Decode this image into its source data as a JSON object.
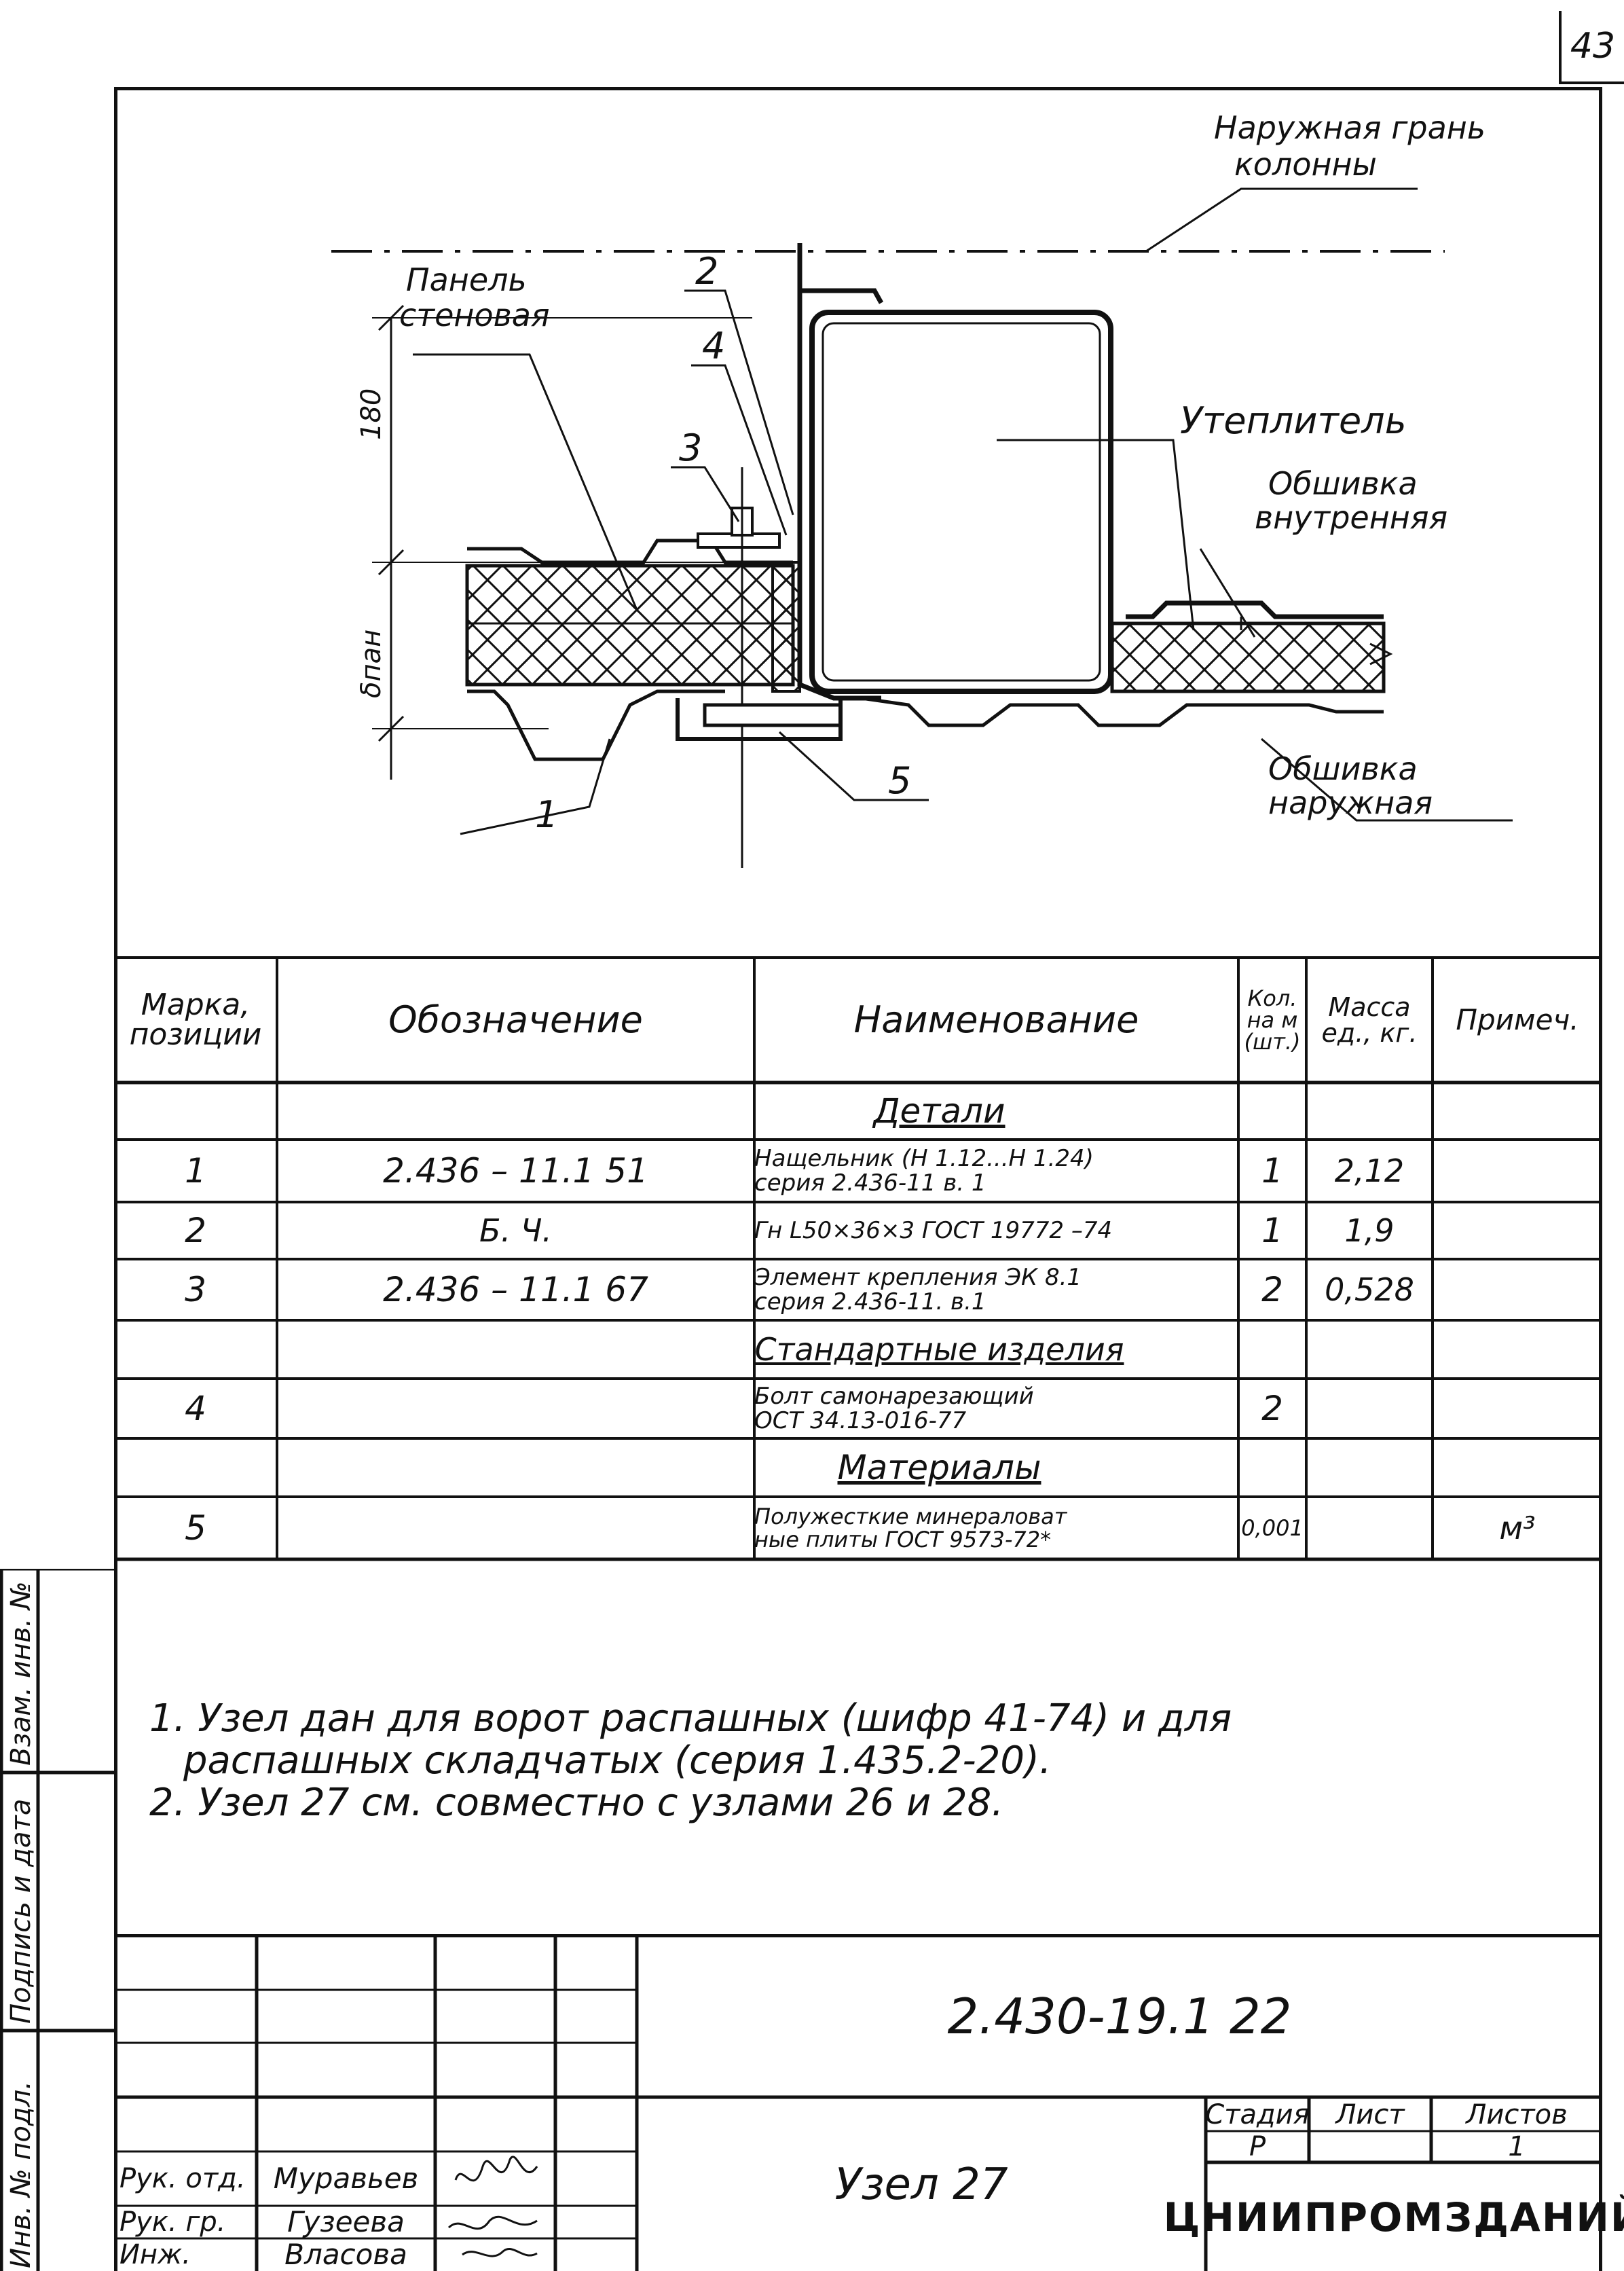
{
  "page": {
    "sheet_number": "43"
  },
  "drawing": {
    "labels": {
      "outer_face": [
        "Наружная грань",
        "колонны"
      ],
      "panel": [
        "Панель",
        "стеновая"
      ],
      "insulation": "Утеплитель",
      "inner_sheathing": [
        "Обшивка",
        "внутренняя"
      ],
      "outer_sheathing": [
        "Обшивка",
        "наружная"
      ],
      "dim_180": "180",
      "dim_panel": "δпан",
      "pos": [
        "1",
        "2",
        "3",
        "4",
        "5"
      ]
    }
  },
  "spec_table": {
    "headers": {
      "mark": [
        "Марка,",
        "позиции"
      ],
      "designation": "Обозначение",
      "name": "Наименование",
      "qty": [
        "Кол.",
        "на м",
        "(шт.)"
      ],
      "mass": [
        "Масса",
        "ед., кг."
      ],
      "note": "Примеч."
    },
    "rows": [
      {
        "type": "section",
        "name": "Детали"
      },
      {
        "mark": "1",
        "designation": "2.436 – 11.1 51",
        "name": [
          "Нащельник (Н 1.12...Н 1.24)",
          "серия 2.436-11 в. 1"
        ],
        "qty": "1",
        "mass": "2,12",
        "note": ""
      },
      {
        "mark": "2",
        "designation": "Б. Ч.",
        "name": [
          "Гн L50×36×3 ГОСТ 19772 –74"
        ],
        "qty": "1",
        "mass": "1,9",
        "note": ""
      },
      {
        "mark": "3",
        "designation": "2.436 – 11.1 67",
        "name": [
          "Элемент крепления ЭК 8.1",
          "серия 2.436-11. в.1"
        ],
        "qty": "2",
        "mass": "0,528",
        "note": ""
      },
      {
        "type": "section",
        "name": "Стандартные изделия"
      },
      {
        "mark": "4",
        "designation": "",
        "name": [
          "Болт самонарезающий",
          "ОСТ 34.13-016-77"
        ],
        "qty": "2",
        "mass": "",
        "note": ""
      },
      {
        "type": "section",
        "name": "Материалы"
      },
      {
        "mark": "5",
        "designation": "",
        "name": [
          "Полужесткие минераловат",
          "ные плиты ГОСТ 9573-72*"
        ],
        "qty": "0,001",
        "mass": "",
        "note": "м³"
      }
    ]
  },
  "notes": [
    "1. Узел дан для ворот распашных (шифр 41-74) и для",
    "распашных складчатых (серия 1.435.2-20).",
    "2. Узел 27 см. совместно с узлами 26 и 28."
  ],
  "left_strip": [
    "Инв. № подл.",
    "Подпись и дата",
    "Взам. инв. №"
  ],
  "title_block": {
    "code": "2.430-19.1 22",
    "title": "Узел 27",
    "stage_header": "Стадия",
    "sheet_header": "Лист",
    "sheets_header": "Листов",
    "stage": "Р",
    "sheet": "",
    "sheets": "1",
    "org": "ЦНИИПРОМЗДАНИЙ",
    "roles": [
      {
        "role": "Рук. отд.",
        "name": "Муравьев"
      },
      {
        "role": "Рук. гр.",
        "name": "Гузеева"
      },
      {
        "role": "Инж.",
        "name": "Власова"
      }
    ]
  }
}
